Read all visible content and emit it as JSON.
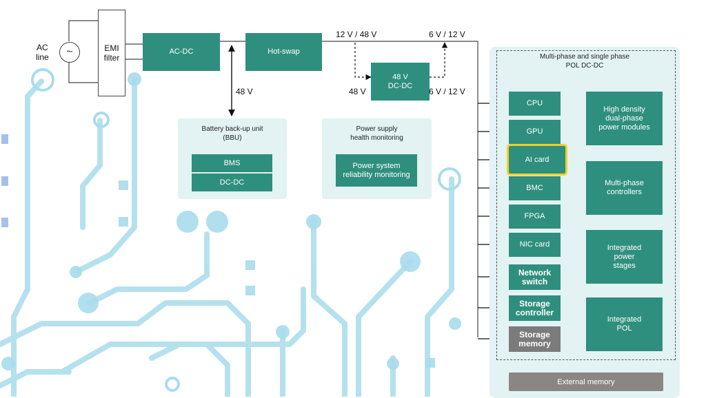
{
  "colors": {
    "teal": "#2f8f7e",
    "panel_bg": "#e3f2f2",
    "highlight": "#f2d027",
    "grey_block": "#7b7b7b",
    "circuit": "#a9dcec"
  },
  "input": {
    "ac_line": "AC\nline",
    "emi_filter": "EMI\nfilter"
  },
  "blocks": {
    "ac_dc": "AC-DC",
    "hot_swap": "Hot-swap",
    "dcdc_48v": "48 V\nDC-DC"
  },
  "voltages": {
    "bus_top": "12 V / 48 V",
    "out_top": "6 V / 12 V",
    "dcdc_in": "48 V",
    "dcdc_out": "6 V / 12 V",
    "bbu_link": "48 V"
  },
  "bbu": {
    "title": "Battery back-up unit\n(BBU)",
    "items": [
      "BMS",
      "DC-DC"
    ]
  },
  "health": {
    "title": "Power supply\nhealth monitoring",
    "item": "Power system\nreliability monitoring"
  },
  "pol": {
    "title": "Multi-phase and single phase\nPOL DC-DC",
    "loads": [
      "CPU",
      "GPU",
      "AI card",
      "BMC",
      "FPGA",
      "NIC card",
      "Network\nswitch",
      "Storage\ncontroller",
      "Storage\nmemory"
    ],
    "highlighted_load": "AI card",
    "modules": [
      "High density\ndual-phase\npower modules",
      "Multi-phase\ncontrollers",
      "Integrated\npower\nstages",
      "Integrated\nPOL"
    ],
    "external": "External memory"
  }
}
